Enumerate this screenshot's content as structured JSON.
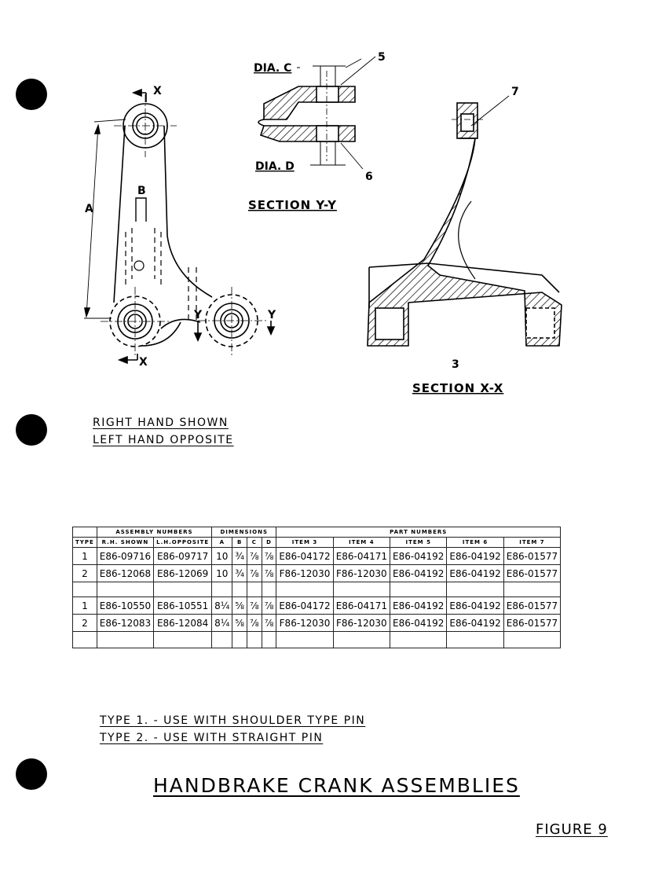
{
  "drawing": {
    "labels": {
      "x": "X",
      "y": "Y",
      "a": "A",
      "b": "B",
      "dia_c": "DIA. C",
      "dia_d": "DIA. D",
      "item_3": "3",
      "item_5": "5",
      "item_6": "6",
      "item_7": "7"
    },
    "section_yy": "SECTION Y-Y",
    "section_xx": "SECTION X-X"
  },
  "notes": {
    "right_hand": "RIGHT HAND SHOWN",
    "left_hand": "LEFT HAND OPPOSITE"
  },
  "table": {
    "group_headers": {
      "assembly": "ASSEMBLY NUMBERS",
      "dimensions": "DIMENSIONS",
      "parts": "PART NUMBERS"
    },
    "columns": [
      "TYPE",
      "R.H. SHOWN",
      "L.H.OPPOSITE",
      "A",
      "B",
      "C",
      "D",
      "ITEM 3",
      "ITEM 4",
      "ITEM 5",
      "ITEM 6",
      "ITEM 7"
    ],
    "rows": [
      [
        "1",
        "E86-09716",
        "E86-09717",
        "10",
        "¾",
        "⅞",
        "⅞",
        "E86-04172",
        "E86-04171",
        "E86-04192",
        "E86-04192",
        "E86-01577"
      ],
      [
        "2",
        "E86-12068",
        "E86-12069",
        "10",
        "¾",
        "⅞",
        "⅞",
        "F86-12030",
        "F86-12030",
        "E86-04192",
        "E86-04192",
        "E86-01577"
      ],
      [
        "1",
        "E86-10550",
        "E86-10551",
        "8¼",
        "⅝",
        "⅞",
        "⅞",
        "E86-04172",
        "E86-04171",
        "E86-04192",
        "E86-04192",
        "E86-01577"
      ],
      [
        "2",
        "E86-12083",
        "E86-12084",
        "8¼",
        "⅝",
        "⅞",
        "⅞",
        "F86-12030",
        "F86-12030",
        "E86-04192",
        "E86-04192",
        "E86-01577"
      ]
    ]
  },
  "type_notes": {
    "type1": "TYPE 1. - USE WITH SHOULDER TYPE PIN",
    "type2": "TYPE 2. - USE WITH STRAIGHT PIN"
  },
  "title": "HANDBRAKE CRANK ASSEMBLIES",
  "figure": "FIGURE 9"
}
